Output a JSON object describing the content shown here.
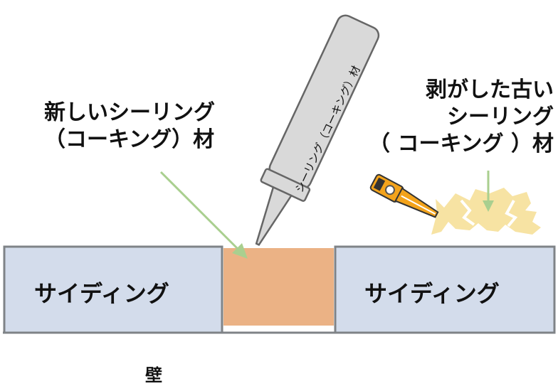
{
  "labels": {
    "new_sealant_line1": "新しいシーリング",
    "new_sealant_line2": "（コーキング）材",
    "old_sealant_line1": "剥がした古い",
    "old_sealant_line2": "シーリング",
    "old_sealant_line3": "（ コーキング ）材",
    "gun_label": "シーリング（コーキング）材",
    "siding_left": "サイディング",
    "siding_right": "サイディング",
    "wall": "壁"
  },
  "colors": {
    "siding_fill": "#d3dceb",
    "siding_stroke": "#7f8387",
    "sealant_new": "#ebb285",
    "sealant_old": "#f7e3a3",
    "gun_fill": "#d9d9d9",
    "gun_stroke": "#666666",
    "arrow_green": "#a9cf8f",
    "cutter_orange": "#f3a31b"
  },
  "icons": {
    "cutter": "cutter-knife-icon",
    "gun": "caulking-gun-icon"
  }
}
